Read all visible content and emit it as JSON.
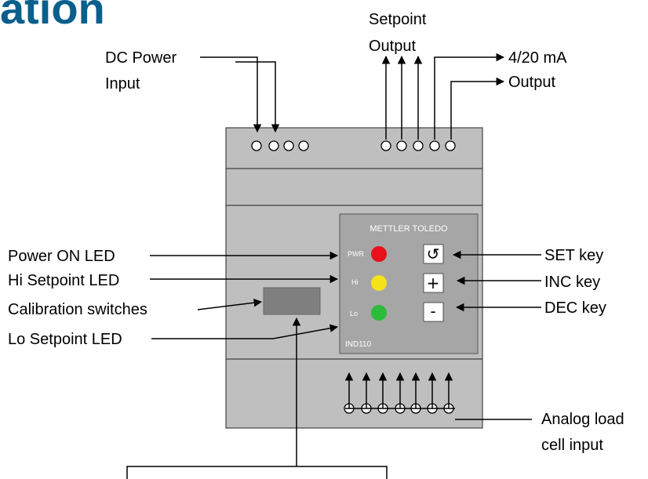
{
  "title": "ation",
  "top_labels": {
    "dc_power_1": "DC Power",
    "dc_power_2": "Input",
    "setpoint_1": "Setpoint",
    "setpoint_2": "Output",
    "ma_1": "4/20 mA",
    "ma_2": "Output"
  },
  "left_labels": {
    "power_led": "Power ON LED",
    "hi_led": "Hi Setpoint LED",
    "cal_switches": "Calibration switches",
    "lo_led": "Lo Setpoint LED"
  },
  "right_labels": {
    "set_key": "SET key",
    "inc_key": "INC key",
    "dec_key": "DEC key",
    "analog_1": "Analog load",
    "analog_2": "cell input"
  },
  "panel": {
    "brand": "METTLER TOLEDO",
    "model": "IND110",
    "pwr": "PWR",
    "hi": "Hi",
    "lo": "Lo"
  },
  "keys": {
    "set": "↺",
    "inc": "+",
    "dec": "-"
  },
  "colors": {
    "title": "#0a5f8c",
    "housing": "#bfbfbf",
    "panel": "#a6a6a6",
    "led_pwr": "#e8101a",
    "led_hi": "#f5e21a",
    "led_lo": "#2dbb3c"
  }
}
